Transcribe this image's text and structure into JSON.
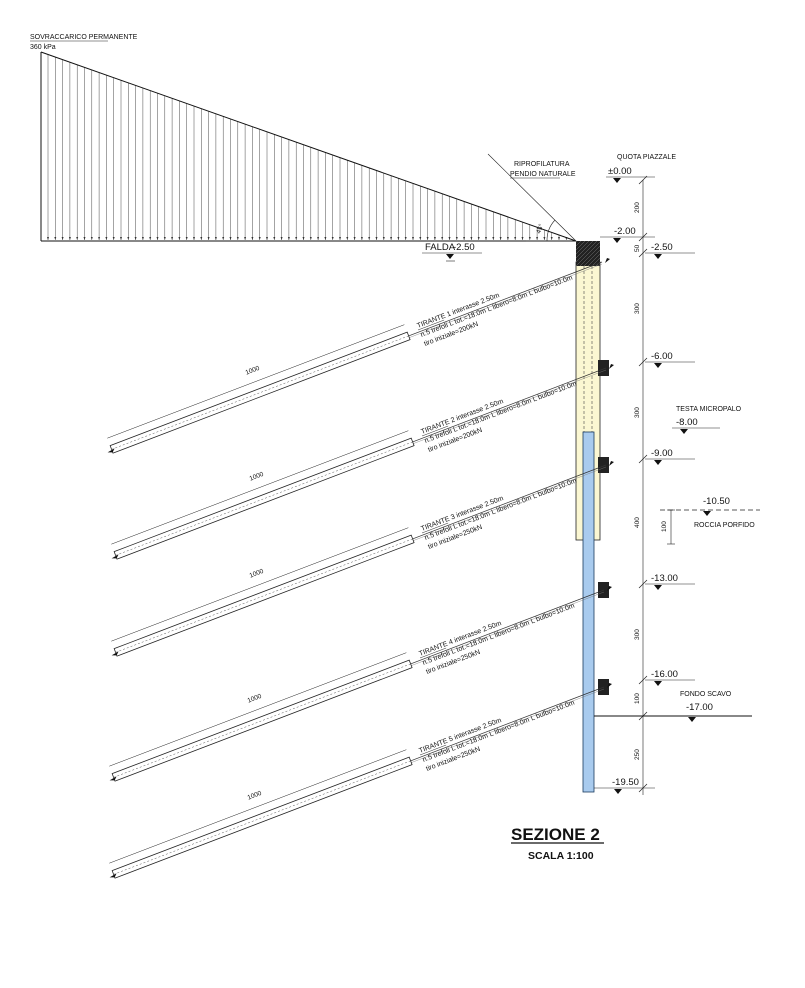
{
  "surcharge": {
    "title": "SOVRACCARICO PERMANENTE",
    "value": "360 kPa"
  },
  "slope": {
    "label_line1": "RIPROFILATURA",
    "label_line2": "PENDIO NATURALE",
    "angle": "45°"
  },
  "water_table": {
    "label": "FALDA",
    "value": "-2.50"
  },
  "levels": {
    "quota_piazzale_label": "QUOTA PIAZZALE",
    "quota_piazzale_value": "±0.00",
    "l_200": "-2.00",
    "l_250": "-2.50",
    "l_600": "-6.00",
    "l_900": "-9.00",
    "l_1300": "-13.00",
    "l_1600": "-16.00",
    "l_1950": "-19.50",
    "testa_label": "TESTA MICROPALO",
    "testa_value": "-8.00",
    "rock_label": "ROCCIA PORFIDO",
    "rock_value": "-10.50",
    "fondo_label": "FONDO SCAVO",
    "fondo_value": "-17.00"
  },
  "dimensions": {
    "d1": "200",
    "d2": "50",
    "d3": "300",
    "d4": "300",
    "d5": "400",
    "d6": "300",
    "d7": "100",
    "d8": "250",
    "rock": "100"
  },
  "anchors": [
    {
      "line1": "TIRANTE 1 interasse 2.50m",
      "line2": "n.5 trefoli L tot.=18.0m L libero=8.0m L bulbo=10.0m",
      "line3": "tiro iniziale=200kN",
      "bulb_length": "1000"
    },
    {
      "line1": "TIRANTE 2 interasse 2.50m",
      "line2": "n.5 trefoli L tot.=18.0m L libero=8.0m L bulbo=10.0m",
      "line3": "tiro iniziale=200kN",
      "bulb_length": "1000"
    },
    {
      "line1": "TIRANTE 3 interasse 2.50m",
      "line2": "n.5 trefoli L tot.=18.0m L libero=8.0m L bulbo=10.0m",
      "line3": "tiro iniziale=250kN",
      "bulb_length": "1000"
    },
    {
      "line1": "TIRANTE 4 interasse 2.50m",
      "line2": "n.5 trefoli L tot.=18.0m L libero=8.0m L bulbo=10.0m",
      "line3": "tiro iniziale=250kN",
      "bulb_length": "1000"
    },
    {
      "line1": "TIRANTE 5 interasse 2.50m",
      "line2": "n.5 trefoli L tot.=18.0m L libero=8.0m L bulbo=10.0m",
      "line3": "tiro iniziale=250kN",
      "bulb_length": "1000"
    }
  ],
  "section": {
    "title": "SEZIONE 2",
    "scale": "SCALA 1:100"
  },
  "colors": {
    "upper_pile": "#fbf7d2",
    "lower_pile": "#a9cbee",
    "ink": "#111111",
    "cap": "#222222"
  }
}
